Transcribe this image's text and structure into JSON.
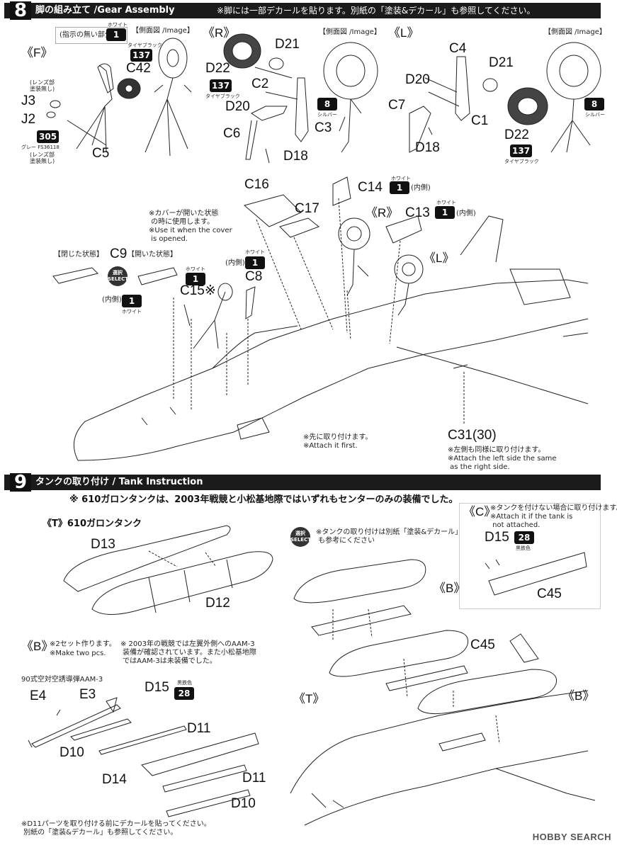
{
  "step8": {
    "number": "8",
    "title": "脚の組み立て /Gear Assembly",
    "note": "※脚には一部デカールを貼ります。別紙の「塗装&デカール」も参照してください。",
    "legend_unpainted": "(指示の無い部分)",
    "legend_color_name": "ホワイト",
    "legend_color_num": "1",
    "side_view_label": "【側面図 /Image】",
    "front": {
      "tag": "《F》",
      "c42": "C42",
      "c42_color_num": "137",
      "c42_color_name": "タイヤブラック",
      "j3": "J3",
      "j3_note": "(レンズ部\n塗装無し)",
      "j2": "J2",
      "j2_color_num": "305",
      "j2_color_name": "グレー FS36118",
      "j2_note": "(レンズ部\n塗装無し)",
      "c5": "C5"
    },
    "right": {
      "tag": "《R》",
      "d21": "D21",
      "d22": "D22",
      "d22_color_num": "137",
      "d22_color_name": "タイヤブラック",
      "c2": "C2",
      "d20": "D20",
      "c6": "C6",
      "c3": "C3",
      "d18": "D18",
      "silver_num": "8",
      "silver_name": "シルバー"
    },
    "left": {
      "tag": "《L》",
      "c4": "C4",
      "d21": "D21",
      "d20": "D20",
      "c7": "C7",
      "c1": "C1",
      "d18": "D18",
      "d22": "D22",
      "d22_color_num": "137",
      "d22_color_name": "タイヤブラック",
      "silver_num": "8",
      "silver_name": "シルバー"
    },
    "airframe": {
      "c16": "C16",
      "c17": "C17",
      "c14": "C14",
      "c14_color_num": "1",
      "c14_color_name": "ホワイト",
      "c14_note": "(内側)",
      "c13": "C13",
      "c13_color_num": "1",
      "c13_color_name": "ホワイト",
      "c13_note": "(内側)",
      "r_tag": "《R》",
      "l_tag": "《L》",
      "cover_note_jp": "※カバーが開いた状態\n の時に使用します。",
      "cover_note_en": "※Use it when the cover\n is opened.",
      "closed_label": "【閉じた状態】",
      "open_label": "【開いた状態】",
      "c9": "C9",
      "select_jp": "選択",
      "select_en": "SELECT",
      "c9_inner_note": "(内側)",
      "c9_color_num": "1",
      "c9_color_name": "ホワイト",
      "c15": "C15※",
      "c15_color_num": "1",
      "c15_color_name": "ホワイト",
      "c8": "C8",
      "c8_color_num": "1",
      "c8_color_name": "ホワイト",
      "c8_note": "(内側)",
      "attach_first_jp": "※先に取り付けます。",
      "attach_first_en": "※Attach it first.",
      "c31": "C31(30)",
      "c31_note_jp": "※左側も同様に取り付けます。",
      "c31_note_en": "※Attach the left side the same\n as the right side."
    }
  },
  "step9": {
    "number": "9",
    "title": "タンクの取り付け / Tank Instruction",
    "notice": "※ 610ガロンタンクは、2003年戦競と小松基地際ではいずれもセンターのみの装備でした。",
    "t_label": "《T》610ガロンタンク",
    "d13": "D13",
    "d12": "D12",
    "c_tag": "《C》",
    "c_note_jp": "※タンクを付けない場合に取り付けます。",
    "c_note_en": "※Attach it if the tank is\n not attached.",
    "d15": "D15",
    "d15_color_num": "28",
    "d15_color_name": "黒鉄色",
    "c45": "C45",
    "tank_ref_note": "※タンクの取り付けは別紙「塗装&デカール」\n も参考にください",
    "b_tag": "《B》",
    "b_note_jp": "※2セット作ります。",
    "b_note_en": "※Make two pcs.",
    "aam_note": "※ 2003年の戦競では左翼外側へのAAM-3\n 装備が確認されています。また小松基地際\n ではAAM-3は未装備でした。",
    "aam_title": "90式空対空誘導弾AAM-3",
    "e4": "E4",
    "e3": "E3",
    "d10": "D10",
    "d14": "D14",
    "d11": "D11",
    "d15_b": "D15",
    "d15_b_color_num": "28",
    "d15_b_color_name": "黒鉄色",
    "d11_b": "D11",
    "d10_b": "D10",
    "c45_b": "C45",
    "t_tag": "《T》",
    "b_tag_2": "《B》",
    "b_tag_3": "《B》",
    "decal_note": "※D11パーツを取り付ける前にデカールを貼ってください。\n 別紙の「塗装&デカール」も参照してください。"
  },
  "watermark": "HOBBY SEARCH"
}
